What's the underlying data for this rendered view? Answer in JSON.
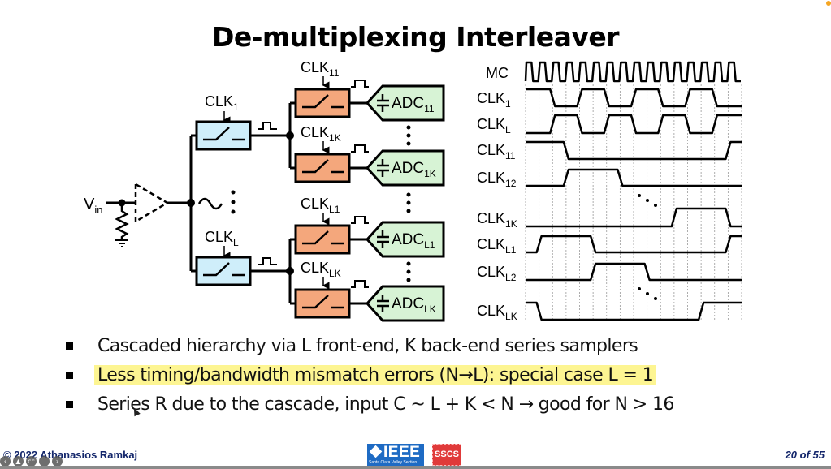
{
  "slide": {
    "title": "De-multiplexing Interleaver",
    "page_label": "20 of 55",
    "copyright": "© 2022 Athanasios Ramkaj",
    "logos": {
      "ieee_main": "IEEE",
      "ieee_sub": "Santa Clara Valley Section",
      "sscs": "SSCS"
    },
    "colors": {
      "front_end_switch_fill": "#cfeefa",
      "back_end_switch_fill": "#f4a77c",
      "adc_fill": "#d7f3d5",
      "highlight": "#fdf592",
      "footer_text": "#13266b",
      "ieee_blue": "#1e6bc4",
      "sscs_red": "#e03a3a"
    }
  },
  "circuit": {
    "input_label": {
      "base": "V",
      "sub": "in"
    },
    "front_end": [
      {
        "clk_base": "CLK",
        "clk_sub": "1"
      },
      {
        "clk_base": "CLK",
        "clk_sub": "L"
      }
    ],
    "back_end": [
      {
        "clk_base": "CLK",
        "clk_sub": "11",
        "adc_base": "ADC",
        "adc_sub": "11"
      },
      {
        "clk_base": "CLK",
        "clk_sub": "1K",
        "adc_base": "ADC",
        "adc_sub": "1K"
      },
      {
        "clk_base": "CLK",
        "clk_sub": "L1",
        "adc_base": "ADC",
        "adc_sub": "L1"
      },
      {
        "clk_base": "CLK",
        "clk_sub": "LK",
        "adc_base": "ADC",
        "adc_sub": "LK"
      }
    ]
  },
  "timing": {
    "signals": [
      {
        "base": "MC",
        "sub": ""
      },
      {
        "base": "CLK",
        "sub": "1"
      },
      {
        "base": "CLK",
        "sub": "L"
      },
      {
        "base": "CLK",
        "sub": "11"
      },
      {
        "base": "CLK",
        "sub": "12"
      },
      {
        "base": "CLK",
        "sub": "1K"
      },
      {
        "base": "CLK",
        "sub": "L1"
      },
      {
        "base": "CLK",
        "sub": "L2"
      },
      {
        "base": "CLK",
        "sub": "LK"
      }
    ]
  },
  "bullets": [
    {
      "text": "Cascaded hierarchy via L front-end, K back-end series samplers",
      "highlighted": false
    },
    {
      "text": "Less timing/bandwidth mismatch errors (N→L): special case L = 1",
      "highlighted": true
    },
    {
      "text": "Series R due to the cascade, input C ~ L + K < N → good for N > 16",
      "highlighted": false
    }
  ],
  "player_controls": [
    "prev-icon",
    "slides-icon",
    "captions-icon",
    "more-icon",
    "next-icon"
  ]
}
